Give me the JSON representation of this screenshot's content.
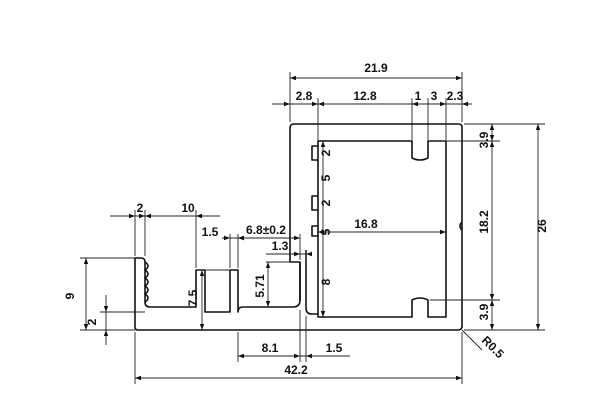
{
  "drawing": {
    "title": "",
    "dimensions": {
      "top_total": "21.9",
      "top_left": "2.8",
      "top_mid": "12.8",
      "top_1": "1",
      "top_3": "3",
      "top_right": "2.3",
      "right_top": "3.9",
      "right_mid": "18.2",
      "right_bottom": "3.9",
      "right_total": "26",
      "inner_2a": "2",
      "inner_5a": "5",
      "inner_2b": "2",
      "inner_5b": "5",
      "inner_8": "8",
      "inner_width": "16.8",
      "lip_2": "2",
      "lip_10": "10",
      "slot_1_5": "1.5",
      "slot_tol": "6.8±0.2",
      "gap_1_3": "1.3",
      "h_7_5": "7.5",
      "h_5_71": "5.71",
      "left_9": "9",
      "left_2": "2",
      "bottom_8_1": "8.1",
      "bottom_1_5": "1.5",
      "bottom_total": "42.2",
      "radius": "R0.5"
    }
  }
}
